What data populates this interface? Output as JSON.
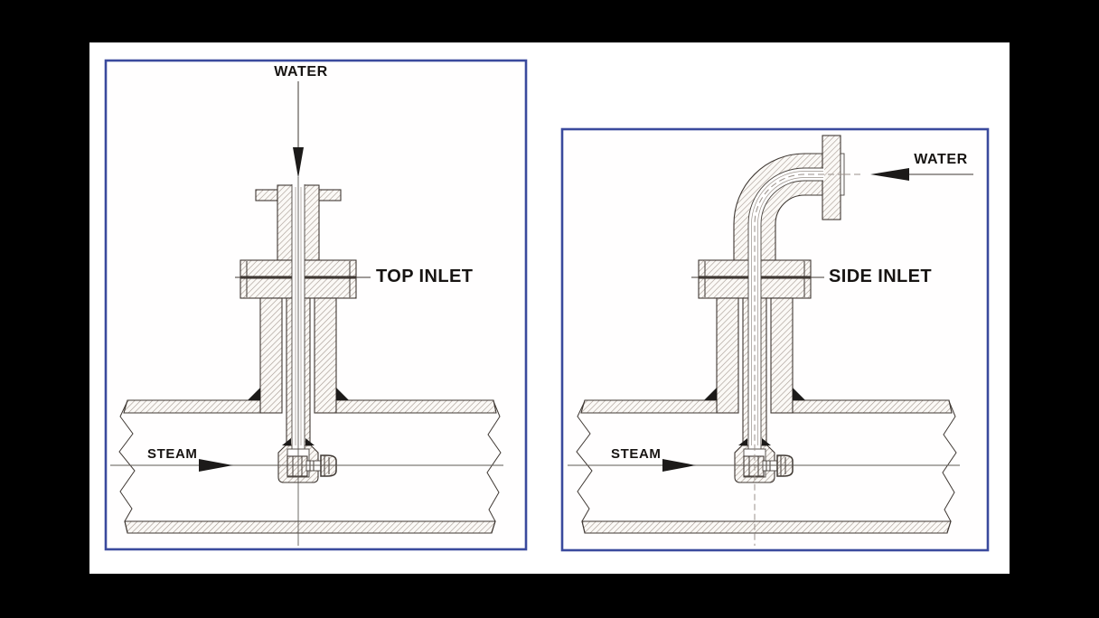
{
  "colors": {
    "background": "#000000",
    "paper": "#ffffff",
    "panel_border": "#3a4a9d",
    "drawing_line": "#3f3833",
    "hatch_line": "#a3978f",
    "arrow_fill": "#1c1a19",
    "centerline": "#5e5954"
  },
  "panels": [
    {
      "title": "TOP INLET",
      "labels": {
        "water": "WATER",
        "steam": "STEAM"
      },
      "icons": {
        "water_arrow": "down-arrow-icon",
        "steam_arrow": "right-arrow-icon"
      }
    },
    {
      "title": "SIDE INLET",
      "labels": {
        "water": "WATER",
        "steam": "STEAM"
      },
      "icons": {
        "water_arrow": "left-arrow-icon",
        "steam_arrow": "right-arrow-icon"
      }
    }
  ]
}
